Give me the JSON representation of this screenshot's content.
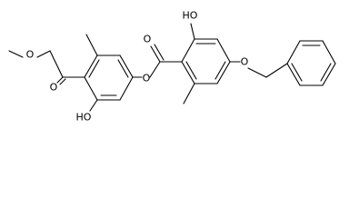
{
  "structure": {
    "atom_labels": {
      "ester_o_left": "O",
      "carbonyl_o_left": "O",
      "hydroxyl_left": "HO",
      "ester_o_bridge": "O",
      "carbonyl_o_bridge": "O",
      "hydroxyl_right": "HO",
      "ether_o": "O"
    }
  }
}
